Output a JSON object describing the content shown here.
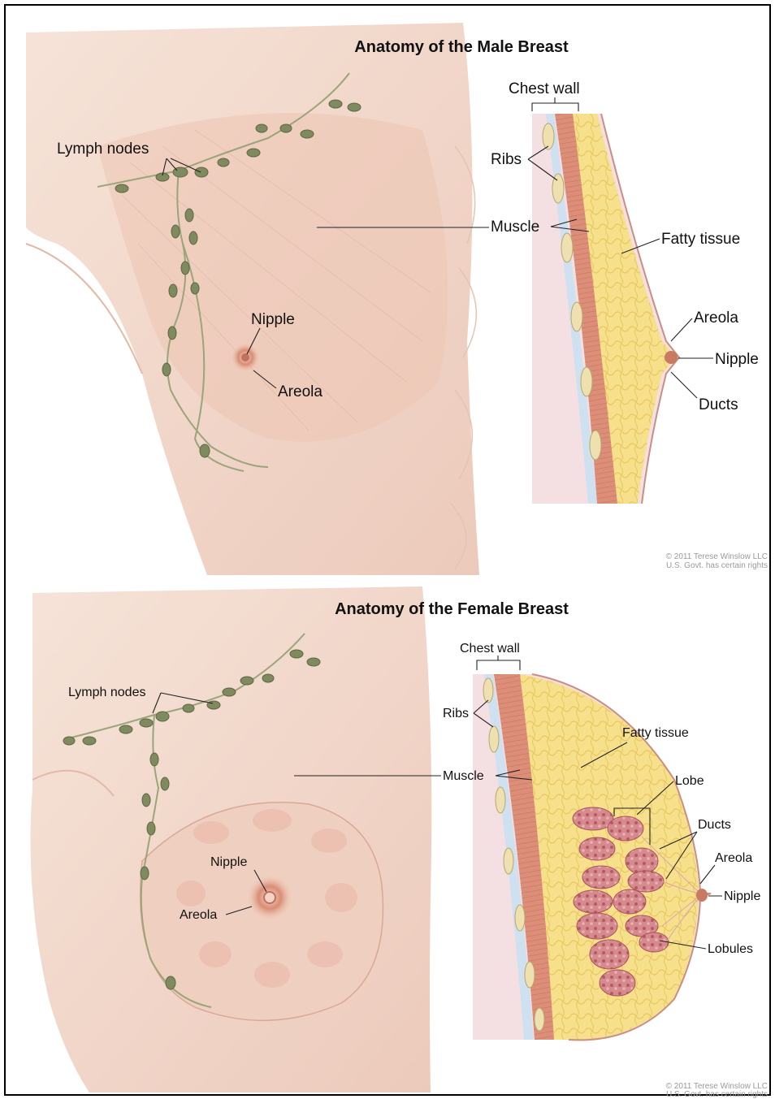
{
  "male": {
    "title": "Anatomy of the Male Breast",
    "labels": {
      "chest_wall": "Chest wall",
      "lymph_nodes": "Lymph nodes",
      "ribs": "Ribs",
      "muscle": "Muscle",
      "fatty_tissue": "Fatty tissue",
      "nipple_front": "Nipple",
      "areola_front": "Areola",
      "areola_side": "Areola",
      "nipple_side": "Nipple",
      "ducts": "Ducts"
    },
    "copyright_line1": "© 2011 Terese Winslow LLC",
    "copyright_line2": "U.S. Govt. has certain rights"
  },
  "female": {
    "title": "Anatomy of the Female Breast",
    "labels": {
      "chest_wall": "Chest wall",
      "lymph_nodes": "Lymph nodes",
      "ribs": "Ribs",
      "muscle": "Muscle",
      "fatty_tissue": "Fatty tissue",
      "lobe": "Lobe",
      "ducts": "Ducts",
      "areola_side": "Areola",
      "nipple_side": "Nipple",
      "lobules": "Lobules",
      "nipple_front": "Nipple",
      "areola_front": "Areola"
    },
    "copyright_line1": "© 2011 Terese Winslow LLC",
    "copyright_line2": "U.S. Govt. has certain rights"
  },
  "colors": {
    "skin": "#f2d9cc",
    "muscle": "#dc8e79",
    "fat": "#f5e08a",
    "lobule": "#c9727a",
    "lymph_node": "#7f8b5e",
    "areola": "#c97a63"
  }
}
